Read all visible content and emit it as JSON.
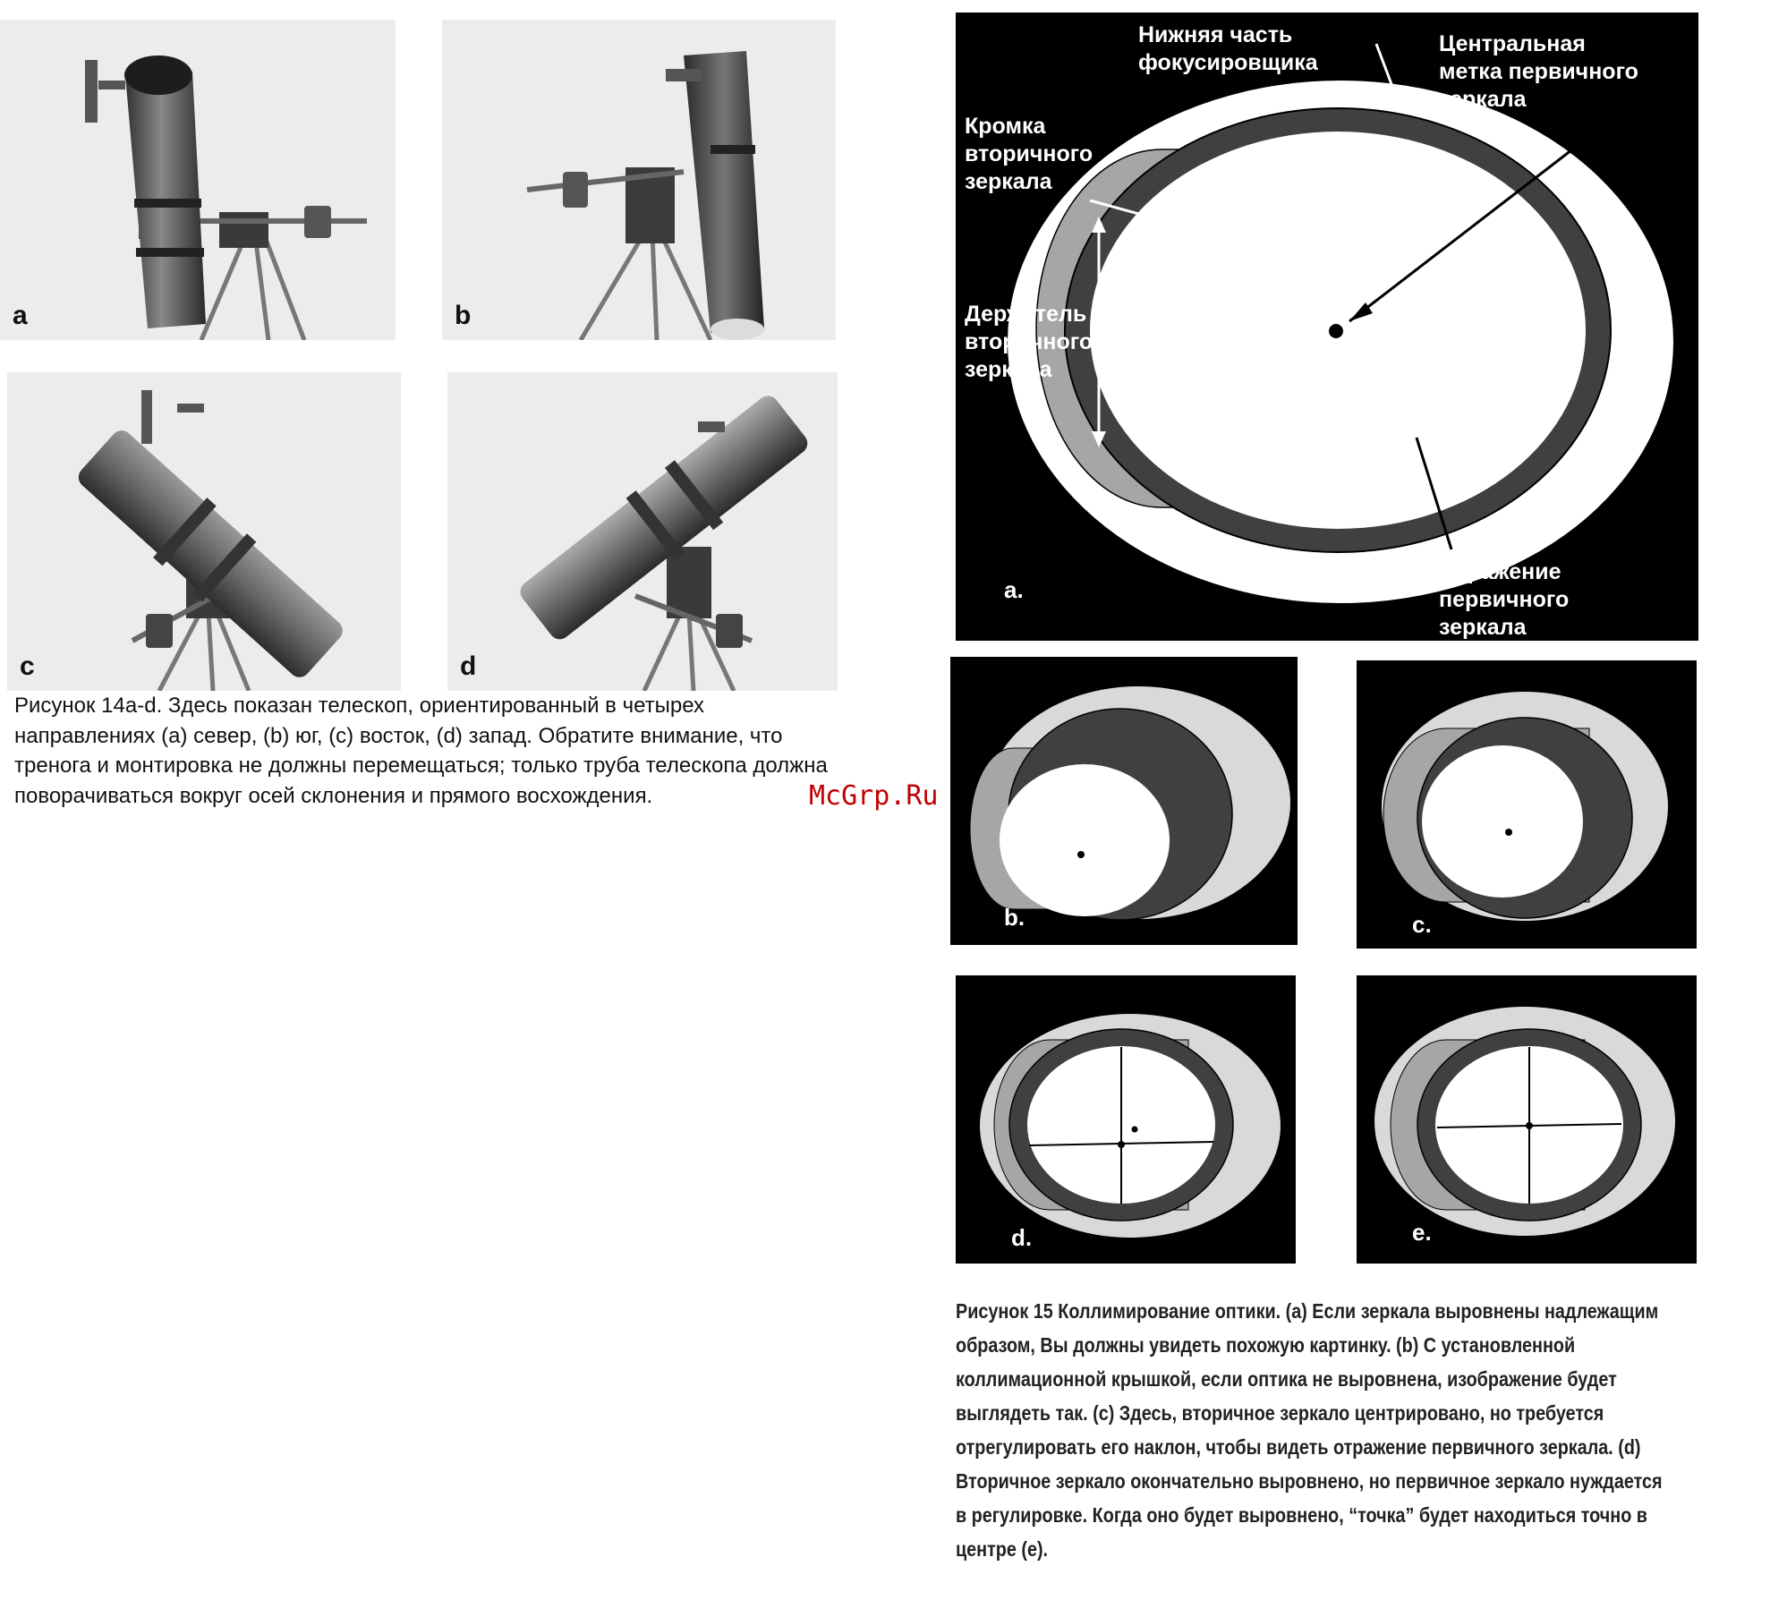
{
  "figure14": {
    "photos": [
      {
        "letter": "a"
      },
      {
        "letter": "b"
      },
      {
        "letter": "c"
      },
      {
        "letter": "d"
      }
    ],
    "caption": "Рисунок 14a-d. Здесь показан телескоп, ориентированный в четырех направлениях (a) север, (b) юг, (c) восток, (d) запад. Обратите внимание, что тренога и монтировка не должны перемещаться; только труба телескопа должна поворачиваться вокруг осей склонения и прямого восхождения."
  },
  "figure15": {
    "main": {
      "letter": "a.",
      "labels": {
        "focuser_bottom": "Нижняя часть\nфокусировщика",
        "center_mark": "Центральная\nметка первичного\nзеркала",
        "secondary_edge": "Кромка\nвторичного\nзеркала",
        "secondary_holder": "Держатель\nвторичного\nзеркала",
        "primary_reflection": "Отражение\nпервичного\nзеркала"
      }
    },
    "panels": [
      {
        "letter": "b."
      },
      {
        "letter": "c."
      },
      {
        "letter": "d."
      },
      {
        "letter": "e."
      }
    ],
    "caption": "Рисунок 15 Коллимирование оптики. (a) Если зеркала выровнены надлежащим образом, Вы должны увидеть похожую картинку. (b) С установленной коллимационной крышкой, если оптика не выровнена, изображение будет выглядеть так. (c) Здесь, вторичное зеркало центрировано, но требуется отрегулировать его наклон, чтобы видеть отражение первичного зеркала. (d) Вторичное зеркало окончательно выровнено, но первичное зеркало нуждается в регулировке. Когда оно будет выровнено, “точка” будет находиться точно в центре (e)."
  },
  "watermark": "McGrp.Ru",
  "colors": {
    "diagram_background": "#000000",
    "light_gray": "#d9d9d9",
    "mid_gray": "#a6a6a6",
    "dark_ring": "#404040",
    "watermark": "#c00000"
  }
}
